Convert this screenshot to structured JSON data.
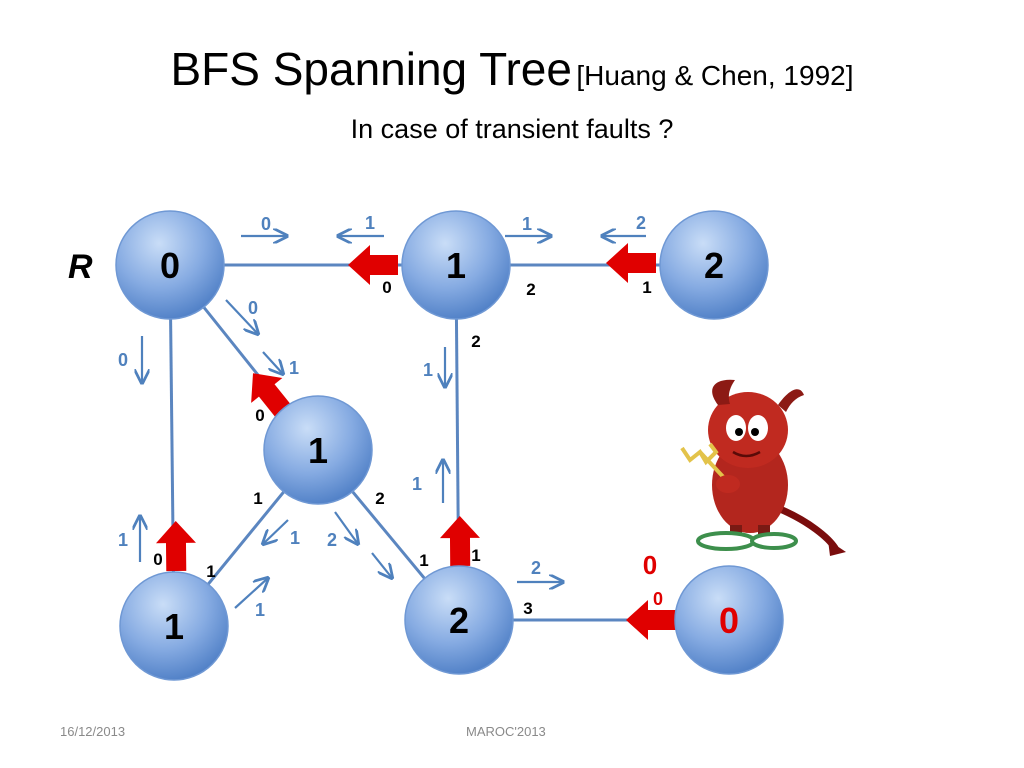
{
  "slide": {
    "title": "BFS Spanning Tree",
    "citation": "[Huang & Chen, 1992]",
    "subtitle": "In case of transient faults ?",
    "footer_date": "16/12/2013",
    "footer_conf": "MAROC'2013"
  },
  "root_label": "R",
  "colors": {
    "node_light": "#a9c8f0",
    "node_dark": "#4a7fc8",
    "edge": "#5b86c0",
    "msg_blue": "#4f81bd",
    "fault_red": "#e00000",
    "black": "#000000"
  },
  "nodes": [
    {
      "id": "n0",
      "value": "0",
      "faulty": false
    },
    {
      "id": "n1",
      "value": "1",
      "faulty": false
    },
    {
      "id": "n2",
      "value": "2",
      "faulty": false
    },
    {
      "id": "n3",
      "value": "1",
      "faulty": false
    },
    {
      "id": "n4",
      "value": "1",
      "faulty": false
    },
    {
      "id": "n5",
      "value": "2",
      "faulty": false
    },
    {
      "id": "n6",
      "value": "0",
      "faulty": true
    }
  ],
  "edges": [
    {
      "from": "n0",
      "to": "n1"
    },
    {
      "from": "n1",
      "to": "n2"
    },
    {
      "from": "n0",
      "to": "n3"
    },
    {
      "from": "n0",
      "to": "n4"
    },
    {
      "from": "n1",
      "to": "n5"
    },
    {
      "from": "n3",
      "to": "n4"
    },
    {
      "from": "n3",
      "to": "n5"
    },
    {
      "from": "n5",
      "to": "n6"
    }
  ],
  "parent_pointers": [
    {
      "from": "n1",
      "to": "n0"
    },
    {
      "from": "n2",
      "to": "n1"
    },
    {
      "from": "n3",
      "to": "n0"
    },
    {
      "from": "n4",
      "to": "n0"
    },
    {
      "from": "n5",
      "to": "n1"
    },
    {
      "from": "n6",
      "to": "n5"
    }
  ],
  "messages": [
    {
      "text": "0"
    },
    {
      "text": "1"
    },
    {
      "text": "1"
    },
    {
      "text": "2"
    },
    {
      "text": "0"
    },
    {
      "text": "1"
    },
    {
      "text": "0"
    },
    {
      "text": "1"
    },
    {
      "text": "1"
    },
    {
      "text": "1"
    },
    {
      "text": "1"
    },
    {
      "text": "2"
    },
    {
      "text": "2"
    },
    {
      "text": "1"
    }
  ],
  "port_labels": [
    {
      "text": "0"
    },
    {
      "text": "2"
    },
    {
      "text": "1"
    },
    {
      "text": "2"
    },
    {
      "text": "0"
    },
    {
      "text": "1"
    },
    {
      "text": "2"
    },
    {
      "text": "0"
    },
    {
      "text": "1"
    },
    {
      "text": "1"
    },
    {
      "text": "1"
    },
    {
      "text": "3"
    }
  ],
  "fault_labels": [
    {
      "text": "0"
    },
    {
      "text": "0"
    }
  ],
  "mascot": "bsd-daemon-mascot"
}
